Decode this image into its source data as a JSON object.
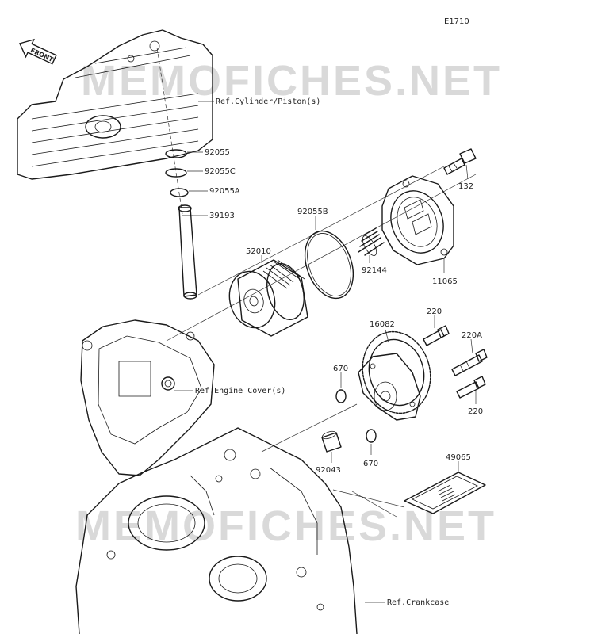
{
  "diagram": {
    "code": "E1710",
    "front_label": "FRONT",
    "watermark_top": "MEMOFICHES.NET",
    "watermark_bottom": "MEMOFICHES.NET",
    "refs": {
      "cylinder": "Ref.Cylinder/Piston(s)",
      "engine_cover": "Ref.Engine Cover(s)",
      "crankcase": "Ref.Crankcase"
    },
    "parts": {
      "p92055": "92055",
      "p92055C": "92055C",
      "p92055A": "92055A",
      "p39193": "39193",
      "p52010": "52010",
      "p92055B": "92055B",
      "p92144": "92144",
      "p132": "132",
      "p11065": "11065",
      "p220_top": "220",
      "p16082": "16082",
      "p220A": "220A",
      "p670_upper": "670",
      "p220_lower": "220",
      "p92043": "92043",
      "p670_lower": "670",
      "p49065": "49065"
    }
  }
}
